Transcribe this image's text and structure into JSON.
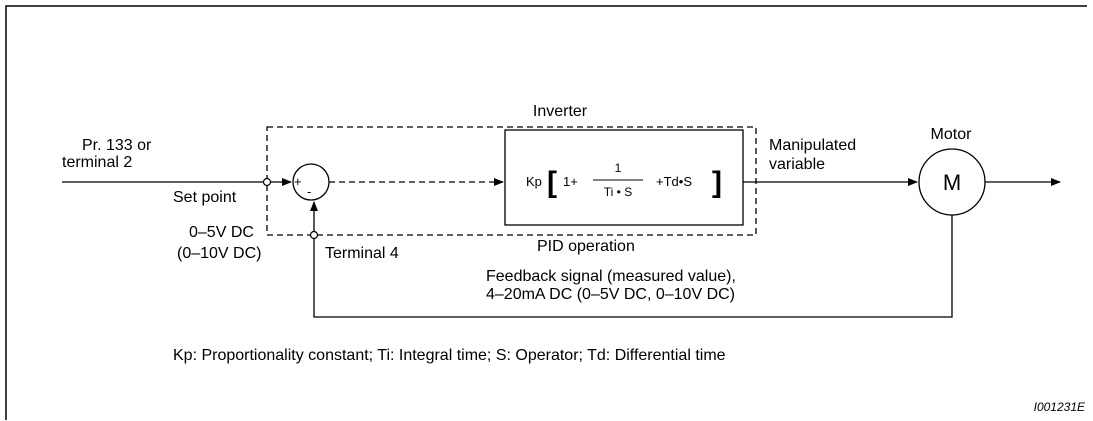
{
  "inverter_label": "Inverter",
  "input": {
    "line1": "Pr. 133 or",
    "line2": "terminal 2"
  },
  "set_point": {
    "label": "Set point",
    "range1": "0–5V DC",
    "range2": "(0–10V DC)"
  },
  "summing_junction": {
    "plus": "+",
    "minus": "-"
  },
  "pid_block": {
    "kp": "Kp",
    "one_plus": "1+",
    "numerator": "1",
    "denominator": "Ti • S",
    "derivative_term": "+Td•S",
    "left_bracket": "[",
    "right_bracket": "]"
  },
  "pid_label": "PID operation",
  "terminal4_label": "Terminal 4",
  "output": {
    "line1": "Manipulated",
    "line2": "variable"
  },
  "motor": {
    "label": "Motor",
    "letter": "M"
  },
  "feedback": {
    "line1": "Feedback signal (measured value),",
    "line2": "4–20mA DC (0–5V DC, 0–10V DC)"
  },
  "legend": "Kp: Proportionality constant; Ti: Integral time; S: Operator; Td: Differential time",
  "doc_id": "I001231E"
}
